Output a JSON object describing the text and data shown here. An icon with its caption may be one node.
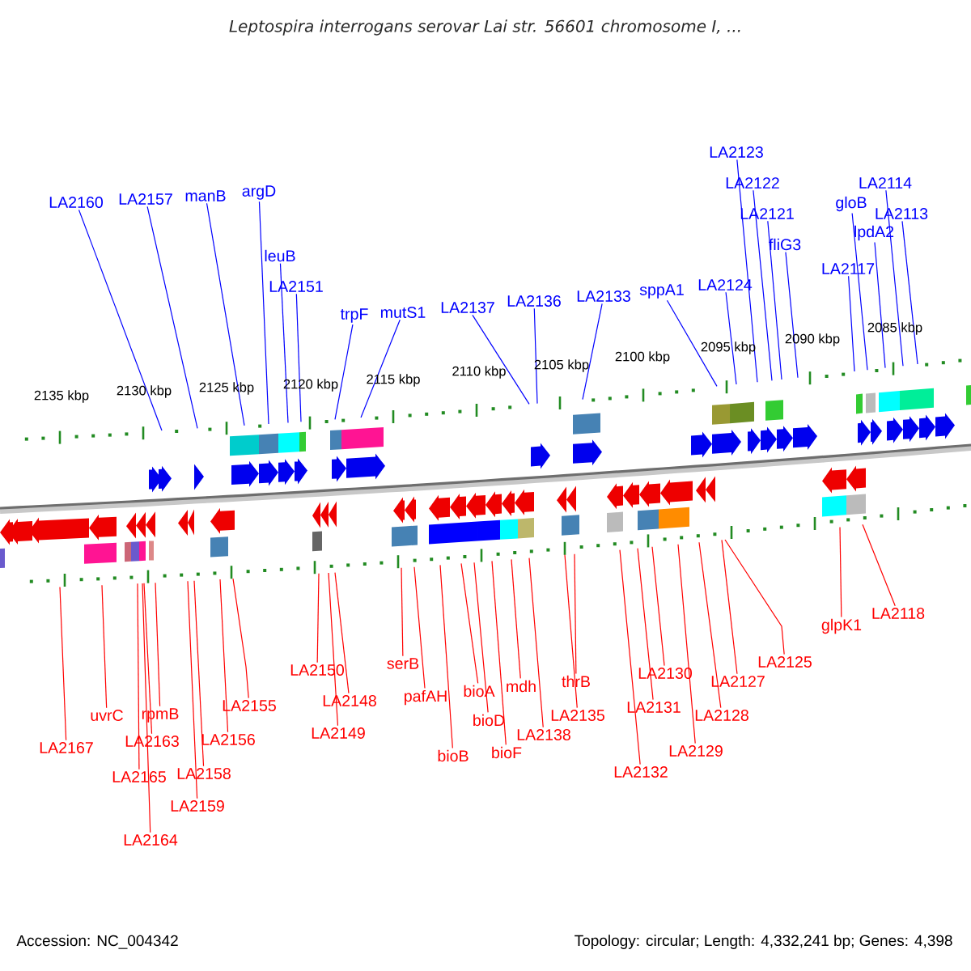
{
  "diagram": {
    "title": "Leptospira interrogans serovar Lai str. 56601 chromosome I, ...",
    "nodes": [
      {
        "text": [
          "LA2160"
        ]
      },
      {
        "text": [
          "LA2157"
        ]
      },
      {
        "text": [
          "manB"
        ]
      },
      {
        "text": [
          "argD"
        ]
      },
      {
        "text": [
          "leuB"
        ]
      },
      {
        "text": [
          "LA2151"
        ]
      },
      {
        "text": [
          "trpF"
        ]
      },
      {
        "text": [
          "mutS1"
        ]
      },
      {
        "text": [
          "LA2137"
        ]
      },
      {
        "text": [
          "LA2136"
        ]
      },
      {
        "text": [
          "LA2133"
        ]
      },
      {
        "text": [
          "sppA1"
        ]
      },
      {
        "text": [
          "LA2124"
        ]
      },
      {
        "text": [
          "LA2123"
        ]
      },
      {
        "text": [
          "LA2122"
        ]
      },
      {
        "text": [
          "LA2121"
        ]
      },
      {
        "text": [
          "fliG3"
        ]
      },
      {
        "text": [
          "LA2117"
        ]
      },
      {
        "text": [
          "gloB"
        ]
      },
      {
        "text": [
          "lpdA2"
        ]
      },
      {
        "text": [
          "LA2114"
        ]
      },
      {
        "text": [
          "LA2113"
        ]
      },
      {
        "text": [
          "LA2167"
        ]
      },
      {
        "text": [
          "uvrC"
        ]
      },
      {
        "text": [
          "rpmB"
        ]
      },
      {
        "text": [
          "LA2163"
        ]
      },
      {
        "text": [
          "LA2165"
        ]
      },
      {
        "text": [
          "LA2164"
        ]
      },
      {
        "text": [
          "LA2159"
        ]
      },
      {
        "text": [
          "LA2158"
        ]
      },
      {
        "text": [
          "LA2156"
        ]
      },
      {
        "text": [
          "LA2155"
        ]
      },
      {
        "text": [
          "LA2150"
        ]
      },
      {
        "text": [
          "LA2148"
        ]
      },
      {
        "text": [
          "LA2149"
        ]
      },
      {
        "text": [
          "serB"
        ]
      },
      {
        "text": [
          "pafAH"
        ]
      },
      {
        "text": [
          "bioB"
        ]
      },
      {
        "text": [
          "bioA"
        ]
      },
      {
        "text": [
          "bioD"
        ]
      },
      {
        "text": [
          "bioF"
        ]
      },
      {
        "text": [
          "mdh"
        ]
      },
      {
        "text": [
          "LA2138"
        ]
      },
      {
        "text": [
          "thrB"
        ]
      },
      {
        "text": [
          "LA2135"
        ]
      },
      {
        "text": [
          "LA2132"
        ]
      },
      {
        "text": [
          "LA2131"
        ]
      },
      {
        "text": [
          "LA2130"
        ]
      },
      {
        "text": [
          "LA2129"
        ]
      },
      {
        "text": [
          "LA2128"
        ]
      },
      {
        "text": [
          "LA2127"
        ]
      },
      {
        "text": [
          "LA2125"
        ]
      },
      {
        "text": [
          "glpK1"
        ]
      },
      {
        "text": [
          "LA2118"
        ]
      }
    ],
    "edges": [
      {
        "from": 0,
        "to": null,
        "arrow": "none",
        "color": "#0000ff"
      },
      {
        "from": 1,
        "to": null,
        "arrow": "none",
        "color": "#0000ff"
      },
      {
        "from": 2,
        "to": null,
        "arrow": "none",
        "color": "#0000ff"
      },
      {
        "from": 3,
        "to": null,
        "arrow": "none",
        "color": "#0000ff"
      },
      {
        "from": 4,
        "to": null,
        "arrow": "none",
        "color": "#0000ff"
      },
      {
        "from": 5,
        "to": null,
        "arrow": "none",
        "color": "#0000ff"
      },
      {
        "from": 6,
        "to": null,
        "arrow": "none",
        "color": "#0000ff"
      },
      {
        "from": 7,
        "to": null,
        "arrow": "none",
        "color": "#0000ff"
      },
      {
        "from": 8,
        "to": null,
        "arrow": "none",
        "color": "#0000ff"
      },
      {
        "from": 9,
        "to": null,
        "arrow": "none",
        "color": "#0000ff"
      },
      {
        "from": 10,
        "to": null,
        "arrow": "none",
        "color": "#0000ff"
      },
      {
        "from": 11,
        "to": null,
        "arrow": "none",
        "color": "#0000ff"
      },
      {
        "from": 12,
        "to": null,
        "arrow": "none",
        "color": "#0000ff"
      },
      {
        "from": 13,
        "to": null,
        "arrow": "none",
        "color": "#0000ff"
      },
      {
        "from": 14,
        "to": null,
        "arrow": "none",
        "color": "#0000ff"
      },
      {
        "from": 15,
        "to": null,
        "arrow": "none",
        "color": "#0000ff"
      },
      {
        "from": 16,
        "to": null,
        "arrow": "none",
        "color": "#0000ff"
      },
      {
        "from": 17,
        "to": null,
        "arrow": "none",
        "color": "#0000ff"
      },
      {
        "from": 18,
        "to": null,
        "arrow": "none",
        "color": "#0000ff"
      },
      {
        "from": 19,
        "to": null,
        "arrow": "none",
        "color": "#0000ff"
      },
      {
        "from": 20,
        "to": null,
        "arrow": "none",
        "color": "#0000ff"
      },
      {
        "from": 21,
        "to": null,
        "arrow": "none",
        "color": "#0000ff"
      },
      {
        "from": 22,
        "to": null,
        "arrow": "none"
      },
      {
        "from": 23,
        "to": null,
        "arrow": "none"
      },
      {
        "from": 24,
        "to": null,
        "arrow": "none"
      },
      {
        "from": 25,
        "to": null,
        "arrow": "none"
      },
      {
        "from": 26,
        "to": null,
        "arrow": "none"
      },
      {
        "from": 27,
        "to": null,
        "arrow": "none"
      },
      {
        "from": 28,
        "to": null,
        "arrow": "none"
      },
      {
        "from": 29,
        "to": null,
        "arrow": "none"
      },
      {
        "from": 30,
        "to": null,
        "arrow": "none"
      },
      {
        "from": 31,
        "to": null,
        "arrow": "none"
      },
      {
        "from": 32,
        "to": null,
        "arrow": "none"
      },
      {
        "from": 33,
        "to": null,
        "arrow": "none"
      },
      {
        "from": 34,
        "to": null,
        "arrow": "none"
      },
      {
        "from": 35,
        "to": null,
        "arrow": "none"
      },
      {
        "from": 36,
        "to": null,
        "arrow": "none"
      },
      {
        "from": 37,
        "to": null,
        "arrow": "none"
      },
      {
        "from": 38,
        "to": null,
        "arrow": "none"
      },
      {
        "from": 39,
        "to": null,
        "arrow": "none"
      },
      {
        "from": 40,
        "to": null,
        "arrow": "none"
      },
      {
        "from": 41,
        "to": null,
        "arrow": "none"
      },
      {
        "from": 42,
        "to": null,
        "arrow": "none"
      },
      {
        "from": 43,
        "to": null,
        "arrow": "none"
      },
      {
        "from": 44,
        "to": null,
        "arrow": "none"
      },
      {
        "from": 45,
        "to": null,
        "arrow": "none"
      },
      {
        "from": 46,
        "to": null,
        "arrow": "none"
      },
      {
        "from": 47,
        "to": null,
        "arrow": "none"
      },
      {
        "from": 48,
        "to": null,
        "arrow": "none"
      },
      {
        "from": 49,
        "to": null,
        "arrow": "none"
      },
      {
        "from": 50,
        "to": null,
        "arrow": "none"
      },
      {
        "from": 51,
        "to": null,
        "arrow": "none"
      },
      {
        "from": 52,
        "to": null,
        "arrow": "none"
      },
      {
        "from": 53,
        "to": null,
        "arrow": "none"
      }
    ],
    "labels": [
      "2135 kbp",
      "2130 kbp",
      "2125 kbp",
      "2120 kbp",
      "2115 kbp",
      "2110 kbp",
      "2105 kbp",
      "2100 kbp",
      "2095 kbp",
      "2090 kbp",
      "2085 kbp",
      "Accession: NC_004342",
      "Topology: circular; Length: 4,332,241 bp; Genes: 4,398"
    ]
  }
}
